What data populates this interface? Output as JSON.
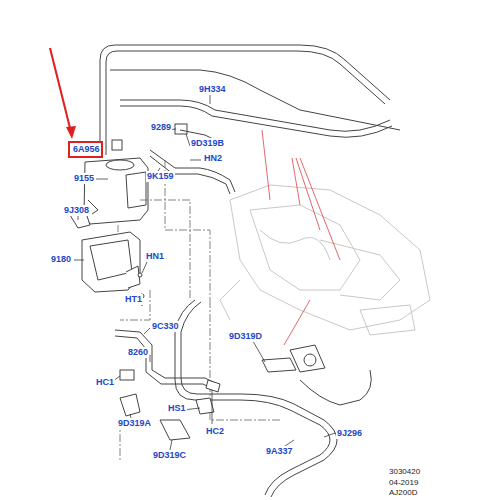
{
  "diagram": {
    "nodes": [
      {
        "text": [
          "6A956"
        ]
      }
    ],
    "edges": [],
    "labels": [
      "9H334",
      "9289",
      "9D319B",
      "HN2",
      "9155",
      "9K159",
      "9J308",
      "9180",
      "HN1",
      "HT1",
      "9C330",
      "9D319D",
      "8260",
      "HC1",
      "9D319A",
      "HS1",
      "HC2",
      "9D319C",
      "9J296",
      "9A337",
      "3030420",
      "04-2019",
      "AJ200D"
    ]
  }
}
